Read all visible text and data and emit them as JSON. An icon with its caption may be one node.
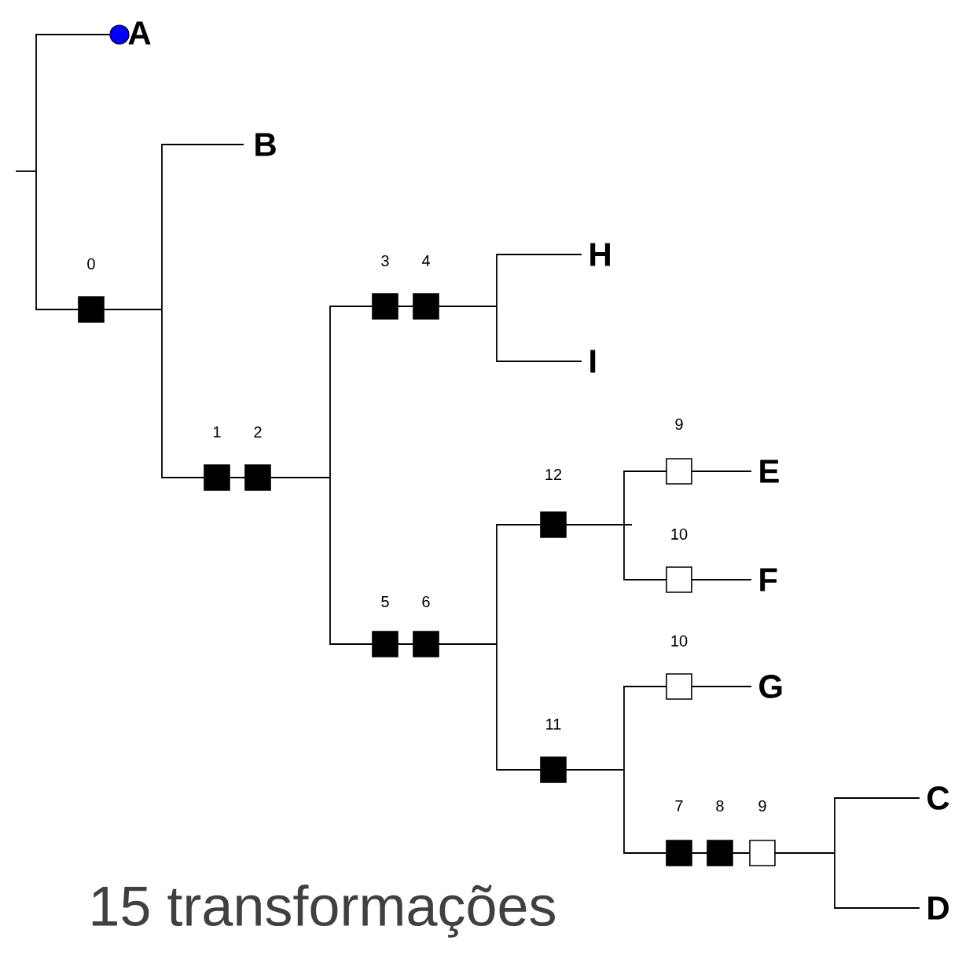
{
  "diagram": {
    "caption": "15 transformações",
    "nodes": [
      {
        "text": [
          "A"
        ]
      },
      {
        "text": [
          "B"
        ]
      },
      {
        "text": [
          "H"
        ]
      },
      {
        "text": [
          "I"
        ]
      },
      {
        "text": [
          "E"
        ]
      },
      {
        "text": [
          "F"
        ]
      },
      {
        "text": [
          "G"
        ]
      },
      {
        "text": [
          "C"
        ]
      },
      {
        "text": [
          "D"
        ]
      }
    ],
    "labels": [
      "0",
      "3",
      "4",
      "1",
      "2",
      "9",
      "12",
      "10",
      "5",
      "6",
      "10",
      "11",
      "7",
      "8",
      "9"
    ]
  }
}
